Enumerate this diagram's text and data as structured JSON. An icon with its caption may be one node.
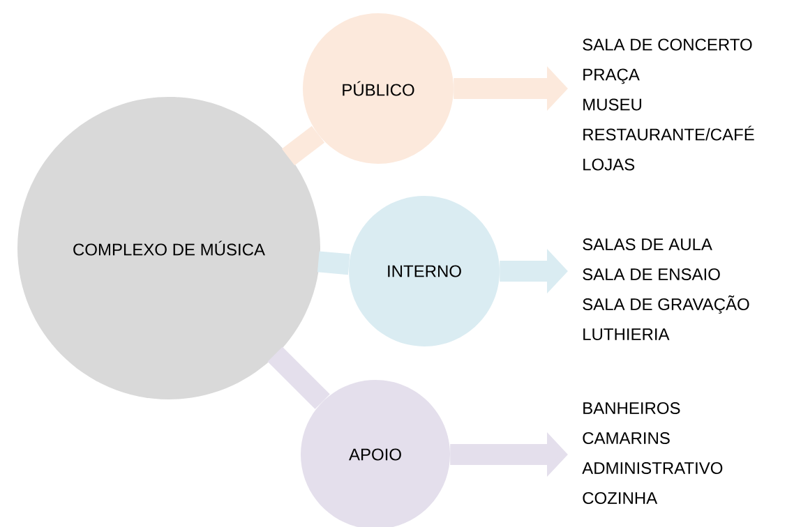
{
  "diagram": {
    "nodes": [
      {
        "text": [
          "COMPLEXO DE MÚSICA"
        ]
      },
      {
        "text": [
          "PÚBLICO"
        ]
      },
      {
        "text": [
          "INTERNO"
        ]
      },
      {
        "text": [
          "APOIO"
        ]
      },
      {
        "text": [
          "SALA DE CONCERTO",
          "PRAÇA",
          "MUSEU",
          "RESTAURANTE/CAFÉ",
          "LOJAS"
        ]
      },
      {
        "text": [
          "SALAS DE AULA",
          "SALA DE ENSAIO",
          "SALA DE GRAVAÇÃO",
          "LUTHIERIA"
        ]
      },
      {
        "text": [
          "BANHEIROS",
          "CAMARINS",
          "ADMINISTRATIVO",
          "COZINHA"
        ]
      }
    ],
    "edges": [
      {
        "from": 0,
        "to": 1,
        "arrow": "none",
        "color": "#fce9dc"
      },
      {
        "from": 0,
        "to": 2,
        "arrow": "none",
        "color": "#daecf2"
      },
      {
        "from": 0,
        "to": 3,
        "arrow": "none",
        "color": "#e4dfec"
      },
      {
        "from": 1,
        "to": 4,
        "arrow": "to",
        "color": "#fce9dc"
      },
      {
        "from": 2,
        "to": 5,
        "arrow": "to",
        "color": "#daecf2"
      },
      {
        "from": 3,
        "to": 6,
        "arrow": "to",
        "color": "#e4dfec"
      }
    ]
  }
}
